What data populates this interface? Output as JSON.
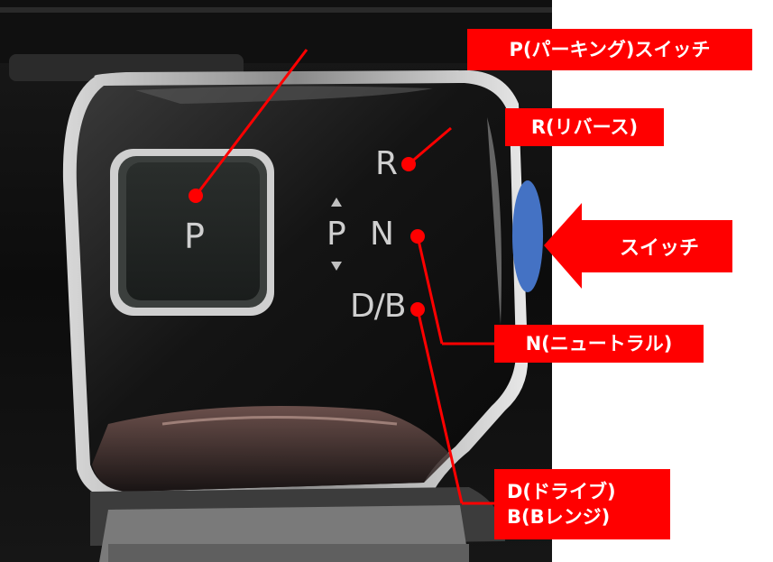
{
  "knob": {
    "p_button": "P",
    "gear_r": "R",
    "gear_n": "N",
    "gear_db": "D/B",
    "indicator_p": "P"
  },
  "callouts": {
    "parking": "P(パーキング)スイッチ",
    "reverse": "R(リバース)",
    "neutral": "N(ニュートラル)",
    "drive_line1": "D(ドライブ)",
    "drive_line2": "B(Bレンジ)",
    "switch_arrow": "スイッチ"
  },
  "colors": {
    "callout": "#ff0000",
    "switch": "#4472c4"
  }
}
